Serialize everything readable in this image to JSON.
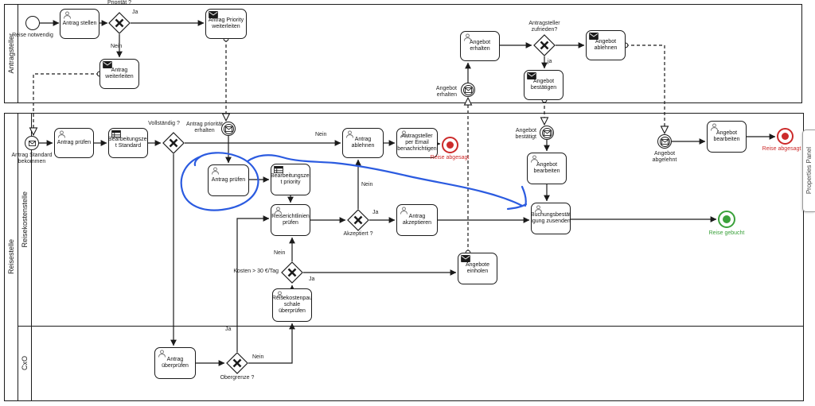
{
  "panel": {
    "label": "Properties Panel"
  },
  "pools": [
    {
      "name": "Antragsteller"
    },
    {
      "name": "Reisestelle",
      "lanes": [
        "Reisekostenstelle",
        "CxO"
      ]
    }
  ],
  "nodes": {
    "reise_notwendig": {
      "label": "Reise notwendig",
      "type": "start-event"
    },
    "antrag_stellen": {
      "label": "Antrag stellen",
      "type": "user-task"
    },
    "gw_prioritaet": {
      "label": "Priorität ?",
      "type": "exclusive-gateway"
    },
    "antrag_priority_weiterleiten": {
      "label": "Antrag Priority\nweiterleiten",
      "type": "send-task"
    },
    "antrag_weiterleiten": {
      "label": "Antrag\nweiterleiten",
      "type": "send-task"
    },
    "angebot_erhalten_task": {
      "label": "Angebot\nerhalten",
      "type": "user-task"
    },
    "gw_zufrieden": {
      "label": "Antragsteller\nzufrieden?",
      "type": "exclusive-gateway"
    },
    "angebot_ablehnen": {
      "label": "Angebot\nablehnen",
      "type": "send-task"
    },
    "angebot_bestaetigen": {
      "label": "Angebot\nbestätigen",
      "type": "send-task"
    },
    "evt_angebot_erhalten": {
      "label": "Angebot erhalten",
      "type": "message-catch-event"
    },
    "evt_antrag_standard": {
      "label": "Antrag Standard\nbekommen",
      "type": "message-start-event"
    },
    "antrag_pruefen_std": {
      "label": "Antrag prüfen",
      "type": "user-task"
    },
    "bearbeitungszeit_std": {
      "label": "Bearbeitungszei\nt Standard",
      "type": "business-rule-task"
    },
    "gw_vollstaendig": {
      "label": "Vollständig ?",
      "type": "exclusive-gateway"
    },
    "evt_antrag_prioritaet": {
      "label": "Antrag priorität\nerhalten",
      "type": "message-catch-event"
    },
    "antrag_pruefen_prio": {
      "label": "Antrag prüfen",
      "type": "user-task"
    },
    "bearbeitungszeit_prio": {
      "label": "Bearbeitungszei\nt priority",
      "type": "business-rule-task"
    },
    "reiserichtlinien_pruefen": {
      "label": "Reiserichtlinien\nprüfen",
      "type": "user-task"
    },
    "gw_akzeptiert": {
      "label": "Akzeptiert ?",
      "type": "exclusive-gateway"
    },
    "antrag_ablehnen": {
      "label": "Antrag ablehnen",
      "type": "user-task"
    },
    "antragsteller_email": {
      "label": "Antragsteller\nper Email\nbenachrichtigen",
      "type": "user-task"
    },
    "end_reise_abgesagt1": {
      "label": "Reise abgesagt",
      "type": "terminate-end-event"
    },
    "antrag_akzeptieren": {
      "label": "Antrag\nakzeptieren",
      "type": "user-task"
    },
    "angebote_einholen": {
      "label": "Angebote\neinholen",
      "type": "send-task"
    },
    "evt_angebot_bestaetigt": {
      "label": "Angebot bestätigt",
      "type": "message-catch-event"
    },
    "angebot_bearbeiten1": {
      "label": "Angebot\nbearbeiten",
      "type": "user-task"
    },
    "buchungsbestaetigung": {
      "label": "Buchungsbestät\nigung zusenden",
      "type": "user-task"
    },
    "end_reise_gebucht": {
      "label": "Reise gebucht",
      "type": "terminate-end-event"
    },
    "evt_angebot_abgelehnt": {
      "label": "Angebot\nabgelehnt",
      "type": "message-catch-event"
    },
    "angebot_bearbeiten2": {
      "label": "Angebot\nbearbeiten",
      "type": "user-task"
    },
    "end_reise_abgesagt2": {
      "label": "Reise abgesagt",
      "type": "terminate-end-event"
    },
    "gw_kosten": {
      "label": "Kosten > 30 €/Tag",
      "type": "exclusive-gateway"
    },
    "reisekostenpauschale": {
      "label": "Reisekostenpau\nschale\nüberprüfen",
      "type": "user-task"
    },
    "antrag_ueberpruefen": {
      "label": "Antrag\nüberprüfen",
      "type": "user-task"
    },
    "gw_obergrenze": {
      "label": "Obergrenze ?",
      "type": "exclusive-gateway"
    }
  },
  "edge_labels": {
    "ja_prioritaet": "Ja",
    "nein_prioritaet": "Nein",
    "ja_zufrieden": "ja",
    "nein_vollstaendig": "Nein",
    "ja_akzeptiert": "Ja",
    "nein_akzeptiert": "Nein",
    "ja_kosten": "Ja",
    "nein_kosten": "Nein",
    "ja_obergrenze": "Ja",
    "nein_obergrenze": "Nein"
  },
  "icons": {
    "user_task": "person",
    "send_task": "filled-envelope",
    "business_rule_task": "table",
    "message_event": "envelope",
    "exclusive_gateway": "x-mark",
    "terminate_end": "filled-circle"
  },
  "colors": {
    "stroke": "#1b1b1b",
    "end_rejected": "#cc2b2b",
    "end_booked": "#3aa13a",
    "annotation_blue": "#2b5be0",
    "canvas_bg": "#ffffff"
  }
}
